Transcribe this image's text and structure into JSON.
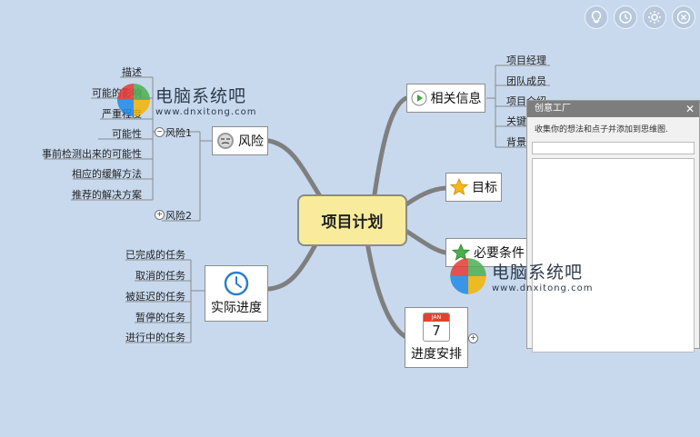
{
  "toolbar": {
    "buttons": [
      {
        "icon": "lightbulb-icon"
      },
      {
        "icon": "clock-icon"
      },
      {
        "icon": "gear-icon"
      },
      {
        "icon": "close-icon"
      }
    ]
  },
  "central": {
    "label": "项目计划"
  },
  "branches": {
    "risk": {
      "label": "风险",
      "risk1_label": "风险1",
      "risk2_label": "风险2",
      "items": [
        "描述",
        "可能的影响",
        "严重程度",
        "可能性",
        "事前检测出来的可能性",
        "相应的缓解方法",
        "推荐的解决方案"
      ]
    },
    "progress": {
      "label": "实际进度",
      "items": [
        "已完成的任务",
        "取消的任务",
        "被延迟的任务",
        "暂停的任务",
        "进行中的任务"
      ]
    },
    "info": {
      "label": "相关信息",
      "items": [
        "项目经理",
        "团队成员",
        "项目介绍",
        "关键",
        "背景"
      ]
    },
    "goal": {
      "label": "目标"
    },
    "requirements": {
      "label": "必要条件"
    },
    "schedule": {
      "label": "进度安排",
      "calendar_month": "JAN",
      "calendar_day": "7"
    }
  },
  "panel": {
    "title": "创意工厂",
    "description": "收集你的想法和点子并添加到思维图.",
    "input_value": "",
    "notes_value": ""
  },
  "watermark": {
    "title": "电脑系统吧",
    "url": "www.dnxitong.com"
  },
  "colors": {
    "background": "#c8d9ee",
    "central_fill": "#f8ec9c",
    "connector": "#7f7f7f",
    "panel_header": "#7d7d7d"
  }
}
